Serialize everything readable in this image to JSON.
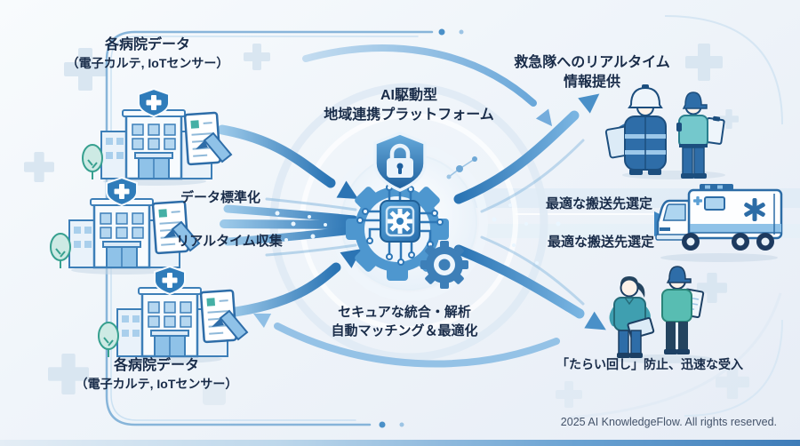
{
  "diagram": {
    "title": {
      "line1": "AI駆動型",
      "line2": "地域連携プラットフォーム"
    },
    "center_caption": {
      "line1": "セキュアな統合・解析",
      "line2": "自動マッチング＆最適化"
    },
    "left": {
      "top_source": {
        "line1": "各病院データ",
        "line2": "（電子カルテ, IoTセンサー）"
      },
      "bottom_source": {
        "line1": "各病院データ",
        "line2": "（電子カルテ, IoTセンサー）"
      },
      "flow_top": "データ標準化",
      "flow_bottom": "リアルタイム収集"
    },
    "right": {
      "top_outcome": {
        "line1": "救急隊へのリアルタイム",
        "line2": "情報提供"
      },
      "flow_top": "最適な搬送先選定",
      "flow_bottom": "最適な搬送先選定",
      "bottom_outcome": "「たらい回し」防止、迅速な受入"
    }
  },
  "footer": {
    "copyright": "2025 AI KnowledgeFlow. All rights reserved."
  },
  "icons": {
    "center": [
      "shield-lock-icon",
      "ai-chip-icon",
      "gear-ring-icon",
      "small-gear-icon"
    ],
    "left": [
      "hospital-icon",
      "medical-record-pen-icon"
    ],
    "right": [
      "firefighter-icon",
      "paramedic-icon",
      "ambulance-icon",
      "nurse-icon",
      "hospital-staff-icon"
    ],
    "decor": [
      "medical-cross-icon"
    ]
  },
  "colors": {
    "background_top": "#f8fbfd",
    "background_bottom": "#e7edf6",
    "arrow_dark": "#2a74b4",
    "arrow_light": "#96c6e8",
    "text": "#192c49",
    "teal": "#45b0a5",
    "footer_text": "#44536a",
    "bottom_bar_left": "#e4edf5",
    "bottom_bar_right": "#3e7cb8"
  }
}
